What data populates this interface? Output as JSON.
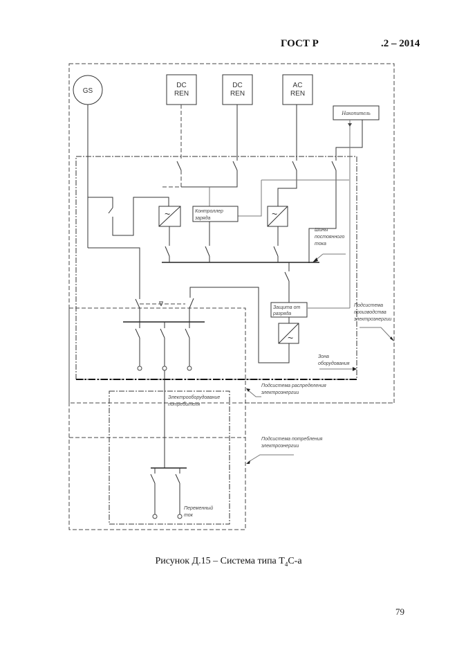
{
  "header": {
    "standard": "ГОСТ Р",
    "number": ".2  – 2014"
  },
  "diagram": {
    "sources": {
      "generator": "GS",
      "dc_ren_1": [
        "DC",
        "REN"
      ],
      "dc_ren_2": [
        "DC",
        "REN"
      ],
      "ac_ren": [
        "AC",
        "REN"
      ],
      "storage": "Накопитель"
    },
    "components": {
      "charge_controller": [
        "Контроллер",
        "заряда"
      ],
      "discharge_protection": [
        "Защита от",
        "разряда"
      ],
      "inverter_symbol": "~"
    },
    "labels": {
      "dc_bus": [
        "Шины",
        "постоянного",
        "тока"
      ],
      "generation_subsystem": [
        "Подсистема",
        "производства",
        "электроэнергии"
      ],
      "equipment_zone": [
        "Зона",
        "оборудования"
      ],
      "distribution_subsystem": [
        "Подсистема распределения",
        "электроэнергии"
      ],
      "consumer_equipment": [
        "Электрооборудование",
        "потребителя"
      ],
      "consumption_subsystem": [
        "Подсистема потребления",
        "электроэнергии"
      ],
      "alternating_current": [
        "Переменный",
        "ток"
      ],
      "interlock_symbol": "∇"
    }
  },
  "caption": {
    "prefix": "Рисунок Д.15 – Система типа T",
    "subscript": "4",
    "suffix": "C-a"
  },
  "page_number": "79"
}
